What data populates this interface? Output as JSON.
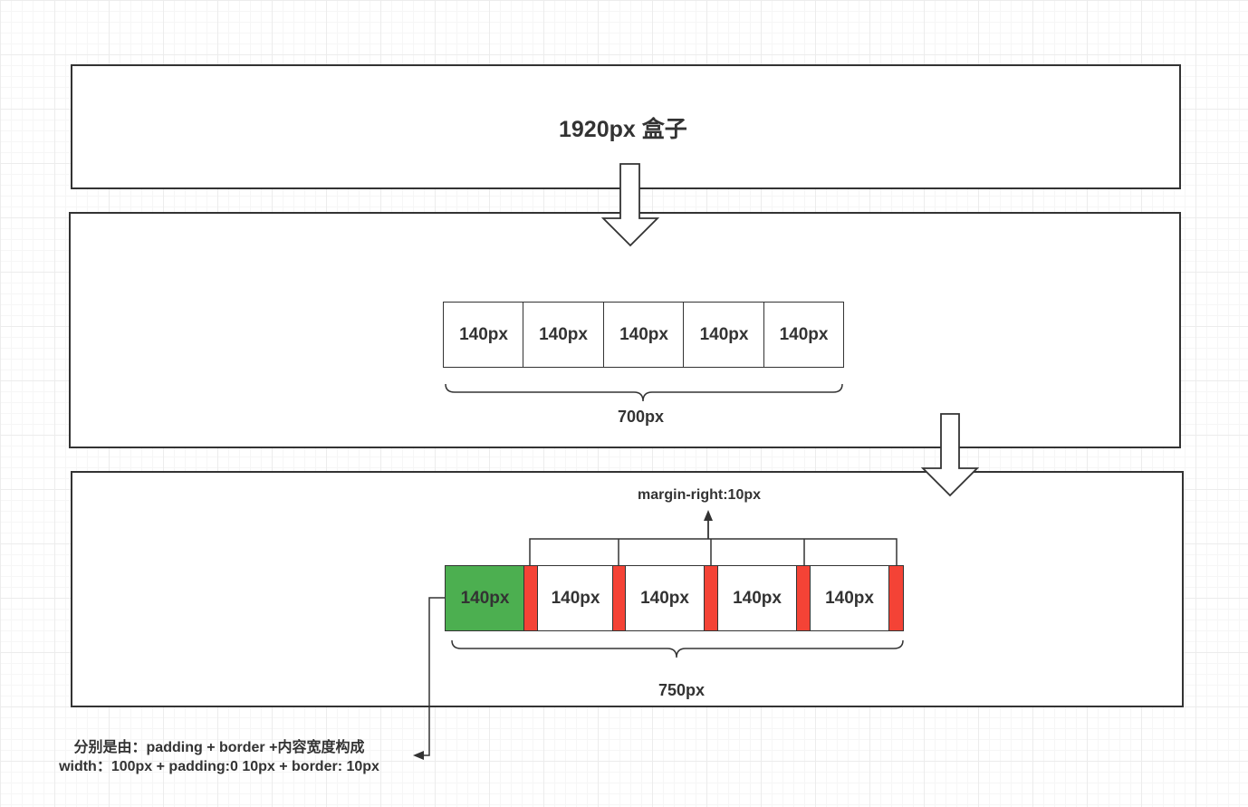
{
  "box1": {
    "title": "1920px 盒子"
  },
  "box2": {
    "cells": [
      "140px",
      "140px",
      "140px",
      "140px",
      "140px"
    ],
    "total": "700px"
  },
  "box3": {
    "margin_label": "margin-right:10px",
    "cells": [
      "140px",
      "140px",
      "140px",
      "140px",
      "140px"
    ],
    "total": "750px"
  },
  "note": {
    "line1": "分别是由：padding + border +内容宽度构成",
    "line2": "width：100px + padding:0 10px + border: 10px"
  },
  "colors": {
    "green": "#4caf50",
    "red": "#f44336",
    "stroke": "#333333"
  }
}
